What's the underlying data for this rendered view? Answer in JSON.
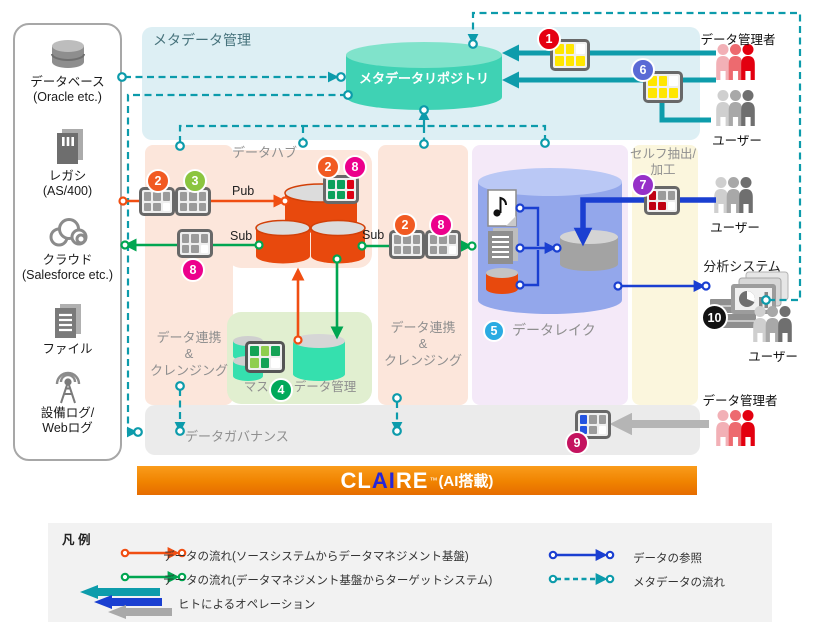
{
  "sidebar": {
    "items": [
      {
        "icon": "database-icon",
        "line1": "データベース",
        "line2": "(Oracle etc.)"
      },
      {
        "icon": "legacy-icon",
        "line1": "レガシ",
        "line2": "(AS/400)"
      },
      {
        "icon": "cloud-icon",
        "line1": "クラウド",
        "line2": "(Salesforce etc.)"
      },
      {
        "icon": "file-icon",
        "line1": "ファイル",
        "line2": ""
      },
      {
        "icon": "antenna-icon",
        "line1": "設備ログ/",
        "line2": "Webログ"
      }
    ]
  },
  "diagram": {
    "metadata_mgmt": "メタデータ管理",
    "metadata_repository": "メタデータリポジトリ",
    "data_hub": "データハブ",
    "pub": "Pub",
    "sub_left": "Sub",
    "sub_right": "Sub",
    "linkage1_line1": "データ連携",
    "linkage1_line2": "&",
    "linkage1_line3": "クレンジング",
    "linkage2_line1": "データ連携",
    "linkage2_line2": "&",
    "linkage2_line3": "クレンジング",
    "master_data": "マスターデータ管理",
    "data_lake": "データレイク",
    "self_extract_line1": "セルフ抽出/",
    "self_extract_line2": "加工",
    "governance": "データガバナンス",
    "analytics": "分析システム"
  },
  "actors": {
    "admin_top": "データ管理者",
    "user_top": "ユーザー",
    "user_mid": "ユーザー",
    "user_bottom": "ユーザー",
    "admin_bottom": "データ管理者"
  },
  "badge_numbers": {
    "n1": "1",
    "n2": "2",
    "n3": "3",
    "n4": "4",
    "n5": "5",
    "n6": "6",
    "n7": "7",
    "n8": "8",
    "n9": "9",
    "n10": "10"
  },
  "claire": {
    "part1": "CL",
    "part2": "AI",
    "part3": "RE",
    "tm": "™",
    "suffix": "(AI搭載)"
  },
  "legend": {
    "title": "凡 例",
    "flow_source": "データの流れ(ソースシステムからデータマネジメント基盤)",
    "flow_target": "データの流れ(データマネジメント基盤からターゲットシステム)",
    "human_operation": "ヒトによるオペレーション",
    "data_reference": "データの参照",
    "metadata_flow": "メタデータの流れ"
  },
  "colors": {
    "teal": "#0c9bab",
    "orange": "#f04e12",
    "green": "#00a651",
    "blue": "#1a3fd1",
    "gray_arrow": "#b5b5b5",
    "claire_orange": "#f08300",
    "magenta": "#ec008c"
  }
}
